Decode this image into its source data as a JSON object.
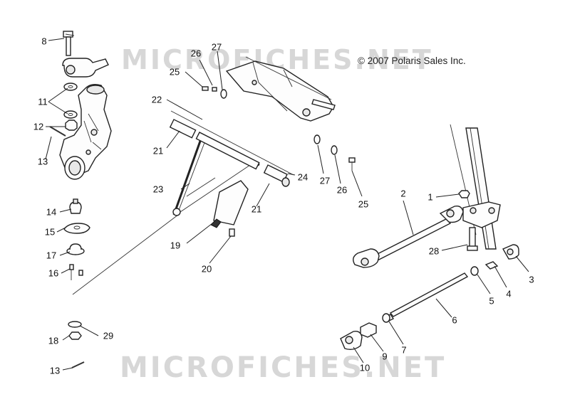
{
  "watermark": {
    "top": "MICROFICHES.NET",
    "bottom": "MICROFICHES.NET"
  },
  "copyright": "© 2007 Polaris Sales Inc.",
  "callouts": {
    "c8": "8",
    "c11": "11",
    "c12": "12",
    "c13a": "13",
    "c14": "14",
    "c15": "15",
    "c17": "17",
    "c16": "16",
    "c18": "18",
    "c29": "29",
    "c13b": "13",
    "c26a": "26",
    "c27a": "27",
    "c25a": "25",
    "c22": "22",
    "c21a": "21",
    "c23": "23",
    "c24": "24",
    "c21b": "21",
    "c19": "19",
    "c20": "20",
    "c27b": "27",
    "c26b": "26",
    "c25b": "25",
    "c1": "1",
    "c2": "2",
    "c28": "28",
    "c3": "3",
    "c4": "4",
    "c5": "5",
    "c6": "6",
    "c7": "7",
    "c9": "9",
    "c10": "10"
  }
}
